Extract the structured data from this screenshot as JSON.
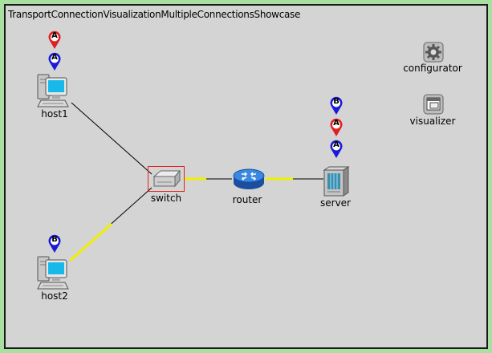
{
  "network": {
    "title": "TransportConnectionVisualizationMultipleConnectionsShowcase"
  },
  "nodes": {
    "host1": "host1",
    "host2": "host2",
    "switch": "switch",
    "router": "router",
    "server": "server",
    "configurator": "configurator",
    "visualizer": "visualizer"
  },
  "markers": {
    "host1_red": "A",
    "host1_blue": "A",
    "host2_blue": "B",
    "server_blue_top": "B",
    "server_red": "A",
    "server_blue_bottom": "A"
  },
  "colors": {
    "background": "#a8e0a0",
    "canvas": "#d4d4d4",
    "link": "#000000",
    "highlight_link": "#f0f000",
    "marker_red": "#e02020",
    "marker_blue": "#1a1ad8",
    "selection": "#e02020"
  }
}
